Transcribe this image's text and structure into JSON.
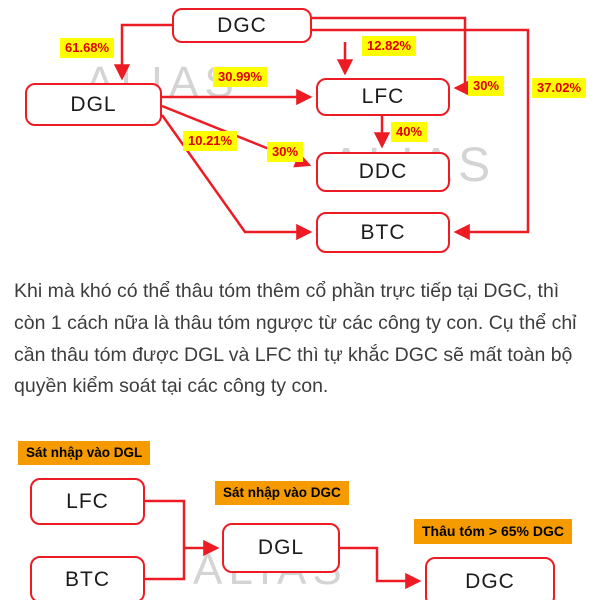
{
  "watermark": {
    "text": "ALIAS"
  },
  "top_chart": {
    "nodes": {
      "dgc": "DGC",
      "dgl": "DGL",
      "lfc": "LFC",
      "ddc": "DDC",
      "btc": "BTC"
    },
    "percent_labels": {
      "dgc_to_dgl": "61.68%",
      "dgc_to_lfc": "12.82%",
      "dgl_to_lfc": "30.99%",
      "right_to_lfc": "30%",
      "right_to_btc": "37.02%",
      "lfc_to_ddc": "40%",
      "dgl_to_ddc": "10.21%",
      "left_to_ddc": "30%"
    }
  },
  "paragraph": "Khi mà khó có thể thâu tóm thêm cổ phần trực tiếp tại DGC, thì còn 1 cách nữa là thâu tóm ngược từ các công ty con. Cụ thể chỉ cần thâu tóm được DGL và LFC thì tự khắc DGC sẽ mất toàn bộ quyền kiểm soát tại các công ty con.",
  "bottom_chart": {
    "badges": {
      "merge_dgl": "Sát nhập vào DGL",
      "merge_dgc": "Sát nhập vào DGC",
      "takeover": "Thâu tóm > 65% DGC"
    },
    "nodes": {
      "lfc": "LFC",
      "btc": "BTC",
      "dgl": "DGL",
      "dgc": "DGC"
    }
  },
  "colors": {
    "diagram_red": "#ed1c24",
    "percent_bg": "#fffe00",
    "percent_text": "#e00000",
    "badge_bg": "#f59b00",
    "watermark_gray": "#d4d4d4"
  }
}
